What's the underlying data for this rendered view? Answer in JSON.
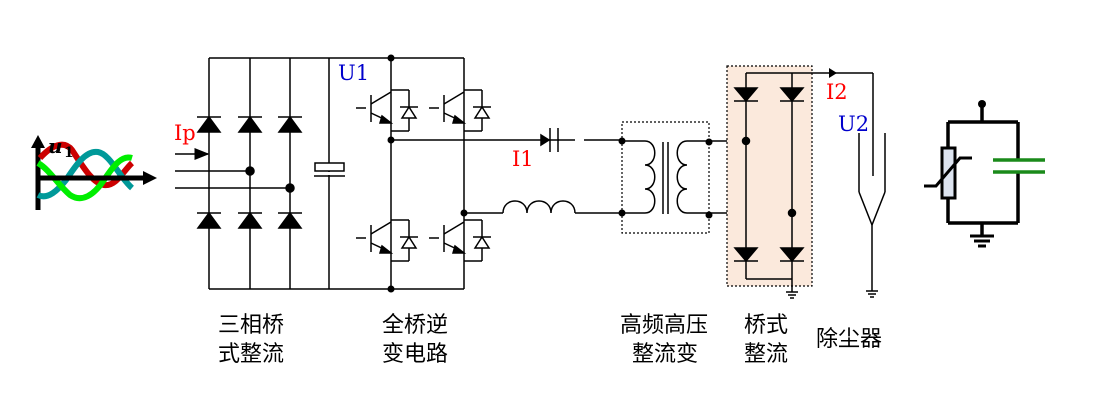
{
  "diagram": {
    "title": "High-frequency high-voltage electrostatic precipitator power supply circuit",
    "signal_labels": {
      "u1": "u",
      "u1_sub": "1",
      "ip": "Ip",
      "u1_node": "U1",
      "i1": "I1",
      "i2": "I2",
      "u2": "U2"
    },
    "stage_captions": [
      {
        "line1": "三相桥",
        "line2": "式整流"
      },
      {
        "line1": "全桥逆",
        "line2": "变电路"
      },
      {
        "line1": "高频高压",
        "line2": "整流变"
      },
      {
        "line1": "桥式",
        "line2": "整流"
      },
      {
        "line1": "除尘器",
        "line2": ""
      }
    ],
    "colors": {
      "wire": "#000000",
      "current_label": "#ff0000",
      "voltage_label": "#0000cc",
      "rectifier_box_fill": "#fbe9dc",
      "phase_a": "#cc0000",
      "phase_b": "#009999",
      "phase_c": "#00ee00",
      "load_capacitor": "#1a8a1a",
      "varistor_fill": "#dde4f0"
    }
  }
}
